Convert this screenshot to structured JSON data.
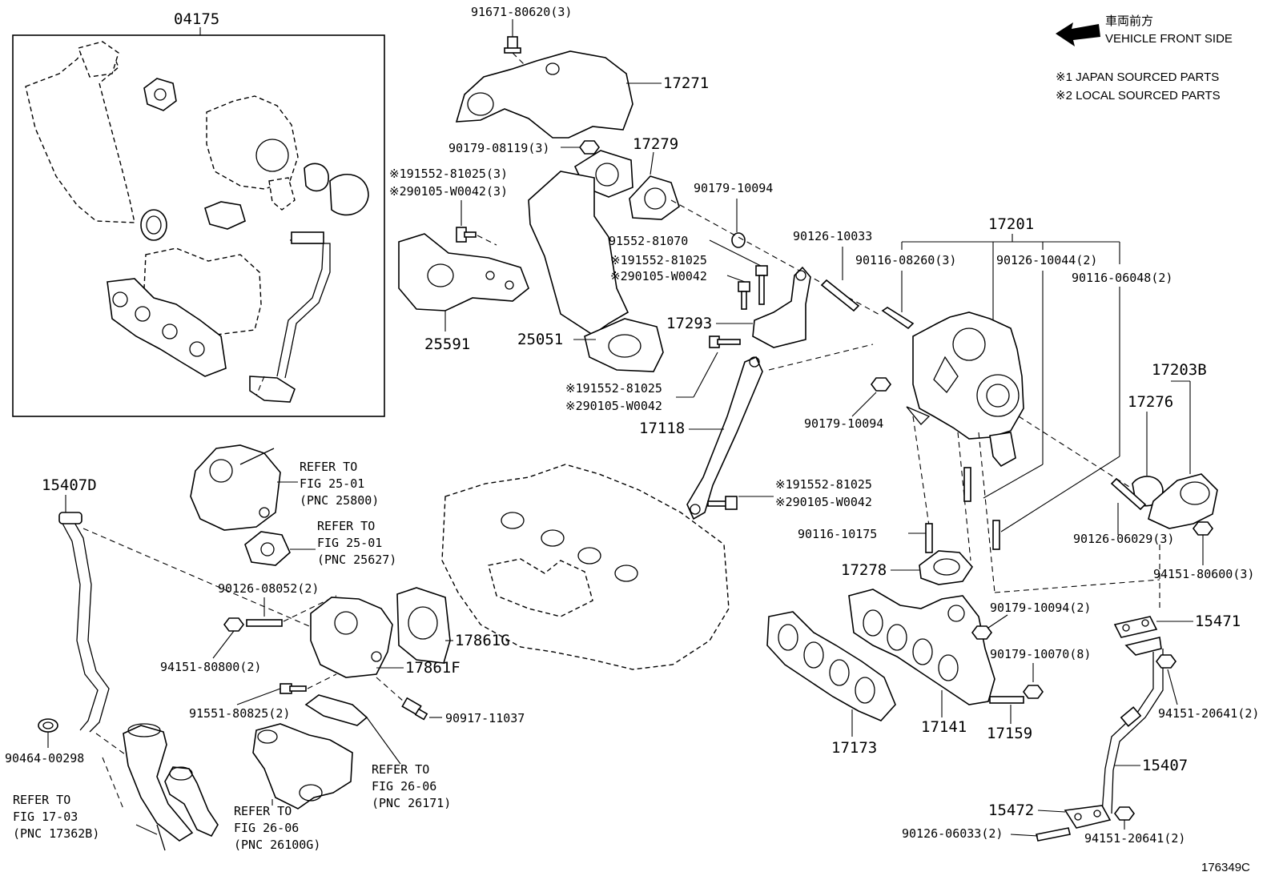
{
  "header": {
    "direction_jp": "車両前方",
    "direction_en": "VEHICLE FRONT SIDE",
    "note_1": "※1 JAPAN SOURCED PARTS",
    "note_2": "※2 LOCAL SOURCED PARTS"
  },
  "figure_id": "176349C",
  "labels": {
    "p04175": "04175",
    "p91671": "91671-80620(3)",
    "p17271": "17271",
    "p90179_08119": "90179-08119(3)",
    "p17279": "17279",
    "p191552_a": "※191552-81025(3)",
    "p290105_a": "※290105-W0042(3)",
    "p90179_10094_a": "90179-10094",
    "p90126_10033": "90126-10033",
    "p17201": "17201",
    "p91552_81070": "91552-81070",
    "p191552_b": "※191552-81025",
    "p290105_b": "※290105-W0042",
    "p90116_08260": "90116-08260(3)",
    "p90126_10044": "90126-10044(2)",
    "p90116_06048": "90116-06048(2)",
    "p25591": "25591",
    "p25051": "25051",
    "p17293": "17293",
    "p191552_c": "※191552-81025",
    "p290105_c": "※290105-W0042",
    "p17118": "17118",
    "p90179_10094_b": "90179-10094",
    "p17203b": "17203B",
    "p17276": "17276",
    "p15407d": "15407D",
    "refer1_a": "REFER TO",
    "refer1_b": "FIG 25-01",
    "refer1_c": "(PNC 25800)",
    "refer2_a": "REFER TO",
    "refer2_b": "FIG 25-01",
    "refer2_c": "(PNC 25627)",
    "p191552_d": "※191552-81025",
    "p290105_d": "※290105-W0042",
    "p90116_10175": "90116-10175",
    "p90126_06029": "90126-06029(3)",
    "p17278": "17278",
    "p94151_80600": "94151-80600(3)",
    "p90126_08052": "90126-08052(2)",
    "p90179_10094_c": "90179-10094(2)",
    "p15471": "15471",
    "p17861g": "17861G",
    "p94151_80800": "94151-80800(2)",
    "p90179_10070": "90179-10070(8)",
    "p17861f": "17861F",
    "p94151_20641_a": "94151-20641(2)",
    "p91551_80825": "91551-80825(2)",
    "p90917_11037": "90917-11037",
    "p17141": "17141",
    "p17159": "17159",
    "p17173": "17173",
    "p90464_00298": "90464-00298",
    "refer3_a": "REFER TO",
    "refer3_b": "FIG 26-06",
    "refer3_c": "(PNC 26171)",
    "p15407": "15407",
    "refer4_a": "REFER TO",
    "refer4_b": "FIG 17-03",
    "refer4_c": "(PNC 17362B)",
    "refer5_a": "REFER TO",
    "refer5_b": "FIG 26-06",
    "refer5_c": "(PNC 26100G)",
    "p15472": "15472",
    "p90126_06033": "90126-06033(2)",
    "p94151_20641_b": "94151-20641(2)"
  }
}
